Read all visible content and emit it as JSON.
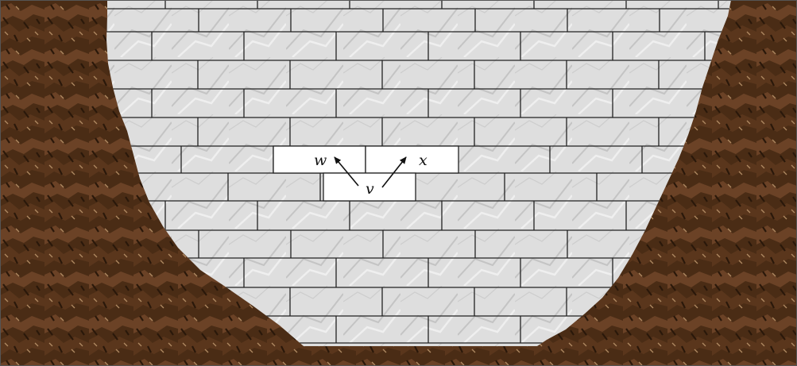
{
  "diagram": {
    "labels": {
      "w": "w",
      "x": "x",
      "v": "v"
    },
    "colors": {
      "rock_dark": "#3b2210",
      "rock_mid": "#6b4226",
      "rock_light": "#a6825c",
      "marble": "#dcdcdc",
      "highlight_brick": "#ffffff",
      "mortar": "#222222"
    }
  }
}
